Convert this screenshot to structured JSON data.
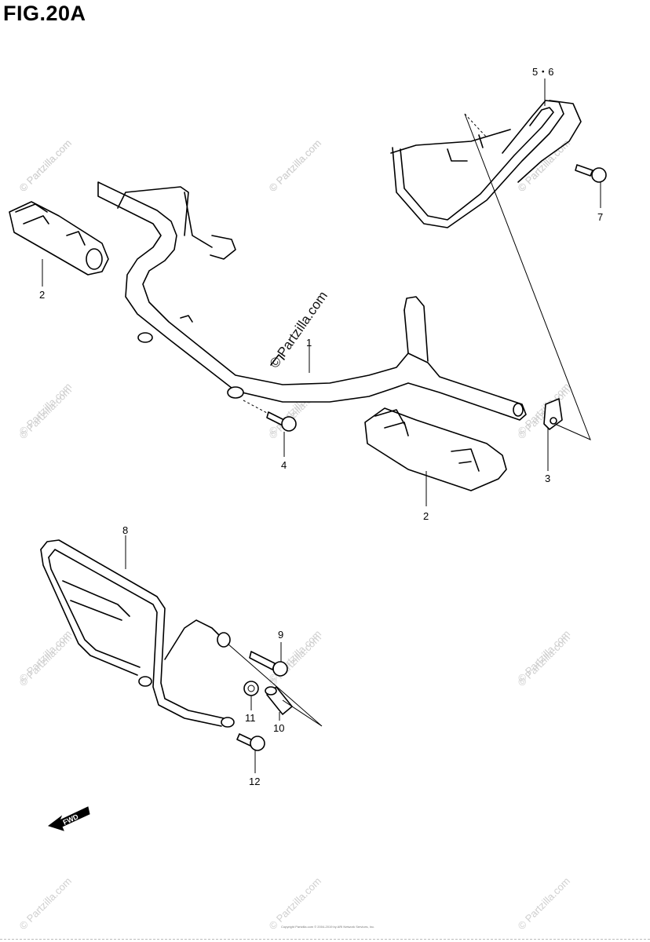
{
  "title": "FIG.20A",
  "watermark_small": "© Partzilla.com",
  "watermark_large": "© Partzilla.com",
  "callouts": [
    {
      "id": "1",
      "label": "1"
    },
    {
      "id": "2a",
      "label": "2"
    },
    {
      "id": "2b",
      "label": "2"
    },
    {
      "id": "3",
      "label": "3"
    },
    {
      "id": "4",
      "label": "4"
    },
    {
      "id": "56",
      "label": "5・6"
    },
    {
      "id": "7",
      "label": "7"
    },
    {
      "id": "8",
      "label": "8"
    },
    {
      "id": "9",
      "label": "9"
    },
    {
      "id": "10",
      "label": "10"
    },
    {
      "id": "11",
      "label": "11"
    },
    {
      "id": "12",
      "label": "12"
    }
  ],
  "fwd_label": "FWD",
  "copyright": "Copyright Partzilla.com © 2004-2019 by ARI Network Services, Inc."
}
